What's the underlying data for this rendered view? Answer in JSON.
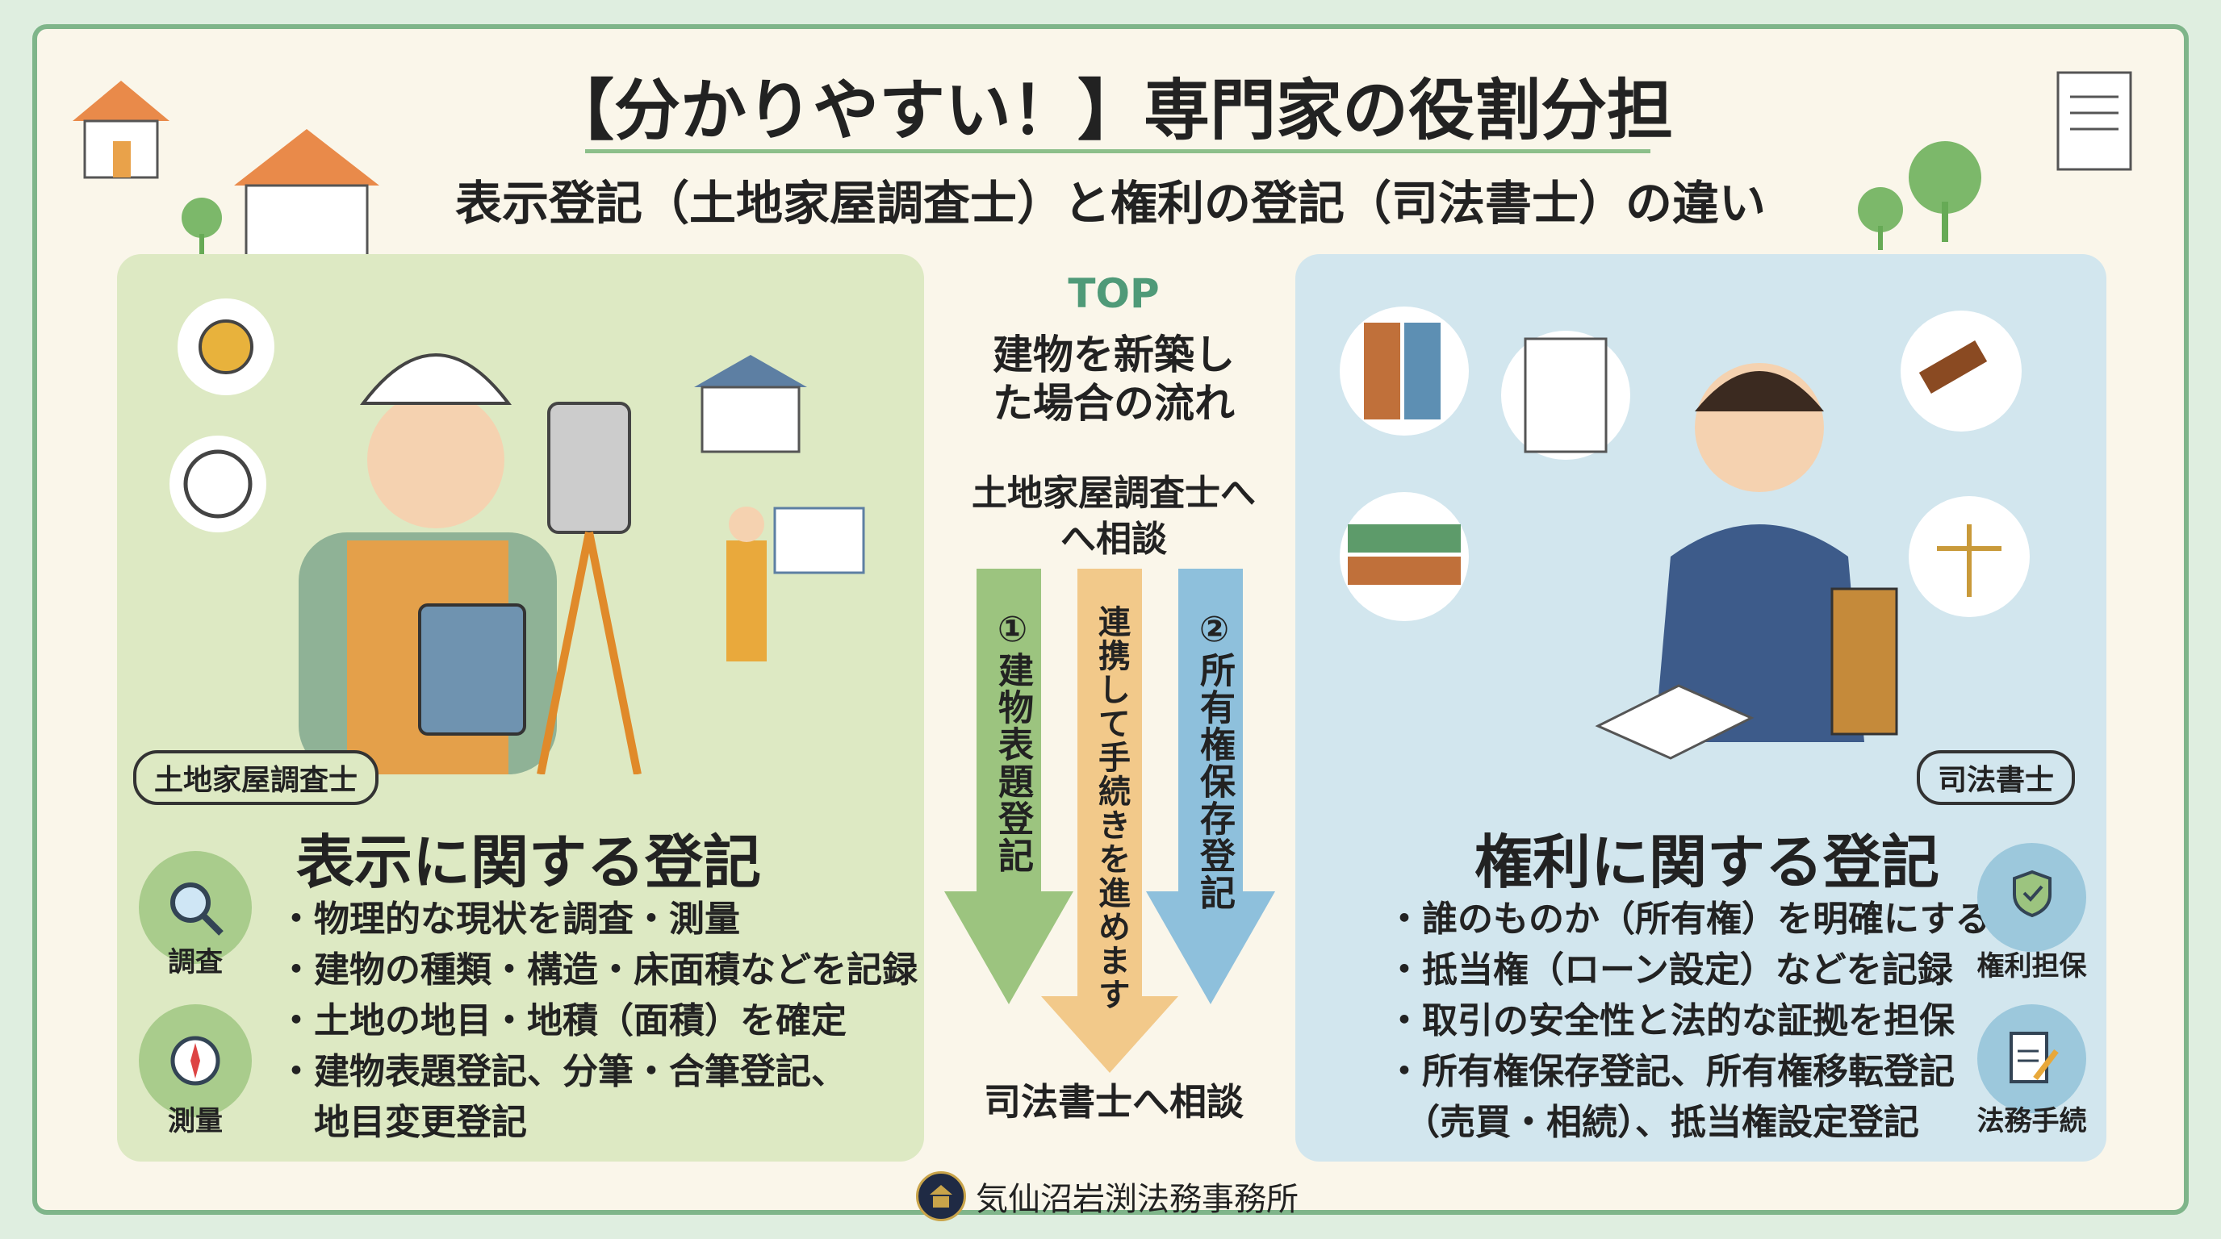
{
  "header": {
    "title": "【分かりやすい！】専門家の役割分担",
    "subtitle": "表示登記（土地家屋調査士）と権利の登記（司法書士）の違い"
  },
  "left": {
    "badge": "土地家屋調査士",
    "heading": "表示に関する登記",
    "bullets": [
      "・物理的な現状を調査・測量",
      "・建物の種類・構造・床面積などを記録",
      "・土地の地目・地積（面積）を確定",
      "・建物表題登記、分筆・合筆登記、",
      "　地目変更登記"
    ],
    "icons": [
      {
        "label": "調査",
        "icon": "magnifier-icon"
      },
      {
        "label": "測量",
        "icon": "compass-icon"
      }
    ]
  },
  "right": {
    "badge": "司法書士",
    "heading": "権利に関する登記",
    "bullets": [
      "・誰のものか（所有権）を明確にする",
      "・抵当権（ローン設定）などを記録",
      "・取引の安全性と法的な証拠を担保",
      "・所有権保存登記、所有権移転登記",
      "　（売買・相続）、抵当権設定登記"
    ],
    "icons": [
      {
        "label": "権利担保",
        "icon": "shield-hand-icon"
      },
      {
        "label": "法務手続",
        "icon": "document-pen-icon"
      }
    ]
  },
  "flow": {
    "top": "TOP",
    "title1": "建物を新築し",
    "title2": "た場合の流れ",
    "start1": "土地家屋調査士へ",
    "start2": "へ相談",
    "arrow1": "①建物表題登記",
    "arrow_mid": "連携して手続きを進めます",
    "arrow2": "②所有権保存登記",
    "end": "司法書士へ相談",
    "colors": {
      "green": "#9cc47f",
      "orange": "#f2c98a",
      "blue": "#8ec0dc"
    }
  },
  "footer": {
    "office": "気仙沼岩渕法務事務所"
  }
}
